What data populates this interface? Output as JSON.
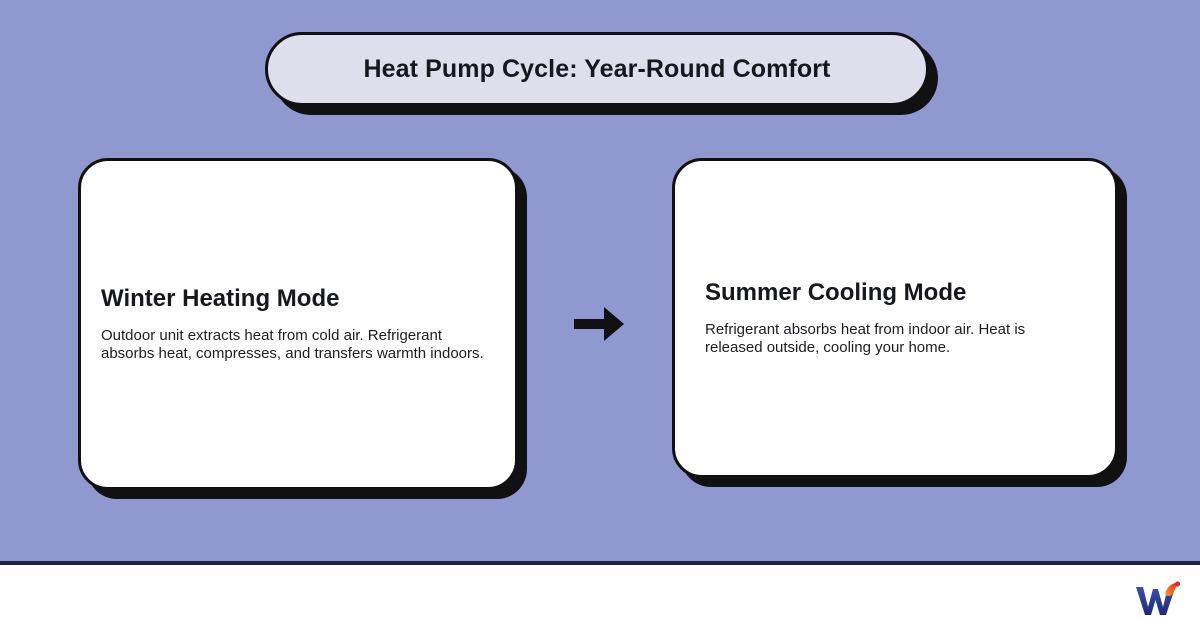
{
  "title": {
    "text": "Heat Pump Cycle: Year-Round Comfort",
    "pill_fill": "#dedeec",
    "border_color": "#111111"
  },
  "canvas": {
    "background_color": "#8f99cf"
  },
  "cards": [
    {
      "heading": "Winter Heating Mode",
      "body": "Outdoor unit extracts heat from cold air. Refrigerant absorbs heat, compresses, and transfers warmth indoors.",
      "fill": "#ffffff",
      "border_color": "#111111"
    },
    {
      "heading": "Summer Cooling Mode",
      "body": "Refrigerant absorbs heat from indoor air. Heat is released outside, cooling your home.",
      "fill": "#ffffff",
      "border_color": "#111111"
    }
  ],
  "connector": {
    "icon": "arrow-right-icon",
    "color": "#111111"
  },
  "footer": {
    "divider_color": "#1d2340",
    "background": "#ffffff",
    "logo": {
      "icon": "w-brand-logo-icon",
      "letter": "W",
      "primary_color": "#2b3f96",
      "accent_color": "#e8452c"
    }
  }
}
